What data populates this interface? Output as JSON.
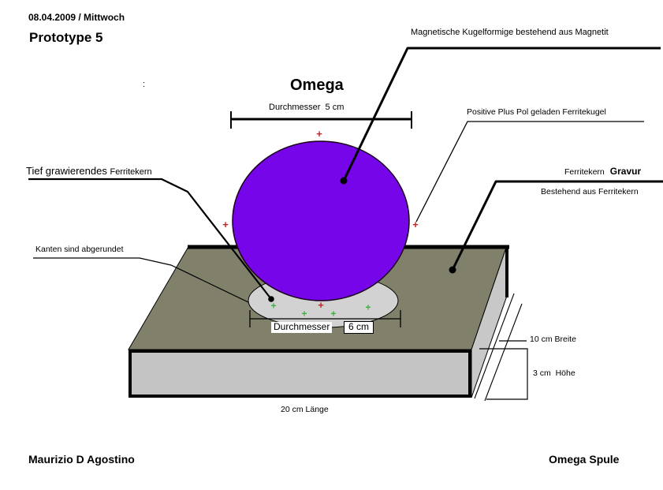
{
  "header": {
    "date": "08.04.2009 / Mittwoch",
    "title": "Prototype 5",
    "colon": ":"
  },
  "diagram": {
    "title": "Omega",
    "labels": {
      "sphere_material": "Magnetische Kugelformige bestehend aus Magnetit",
      "positive_pole": "Positive Plus Pol geladen Ferritekugel",
      "engraving_normal": "Ferritekern",
      "engraving_bold": "Gravur",
      "base_material": "Bestehend aus Ferritekern",
      "deep_engraved": "Tief grawierendes",
      "deep_engraved_part": "Ferritekern",
      "rounded_edges": "Kanten sind abgerundet"
    },
    "dimensions": {
      "sphere_diameter": "Durchmesser  5 cm",
      "base_diameter_word": "Durchmesser",
      "base_diameter_value": "6 cm",
      "slab_width": "10 cm Breite",
      "slab_height": "3 cm  Höhe",
      "slab_length": "20 cm Länge"
    },
    "marks": {
      "plus": "+"
    }
  },
  "footer": {
    "author": "Maurizio D Agostino",
    "project": "Omega Spule"
  },
  "colors": {
    "sphere": "#7606E9",
    "slab_top": "#80806B",
    "slab_front": "#C4C4C4",
    "slab_side": "#C8C8C8",
    "base_pad": "#D2D2D2",
    "line": "#000000",
    "plus_red": "#C02828",
    "plus_green": "#3CB043"
  }
}
